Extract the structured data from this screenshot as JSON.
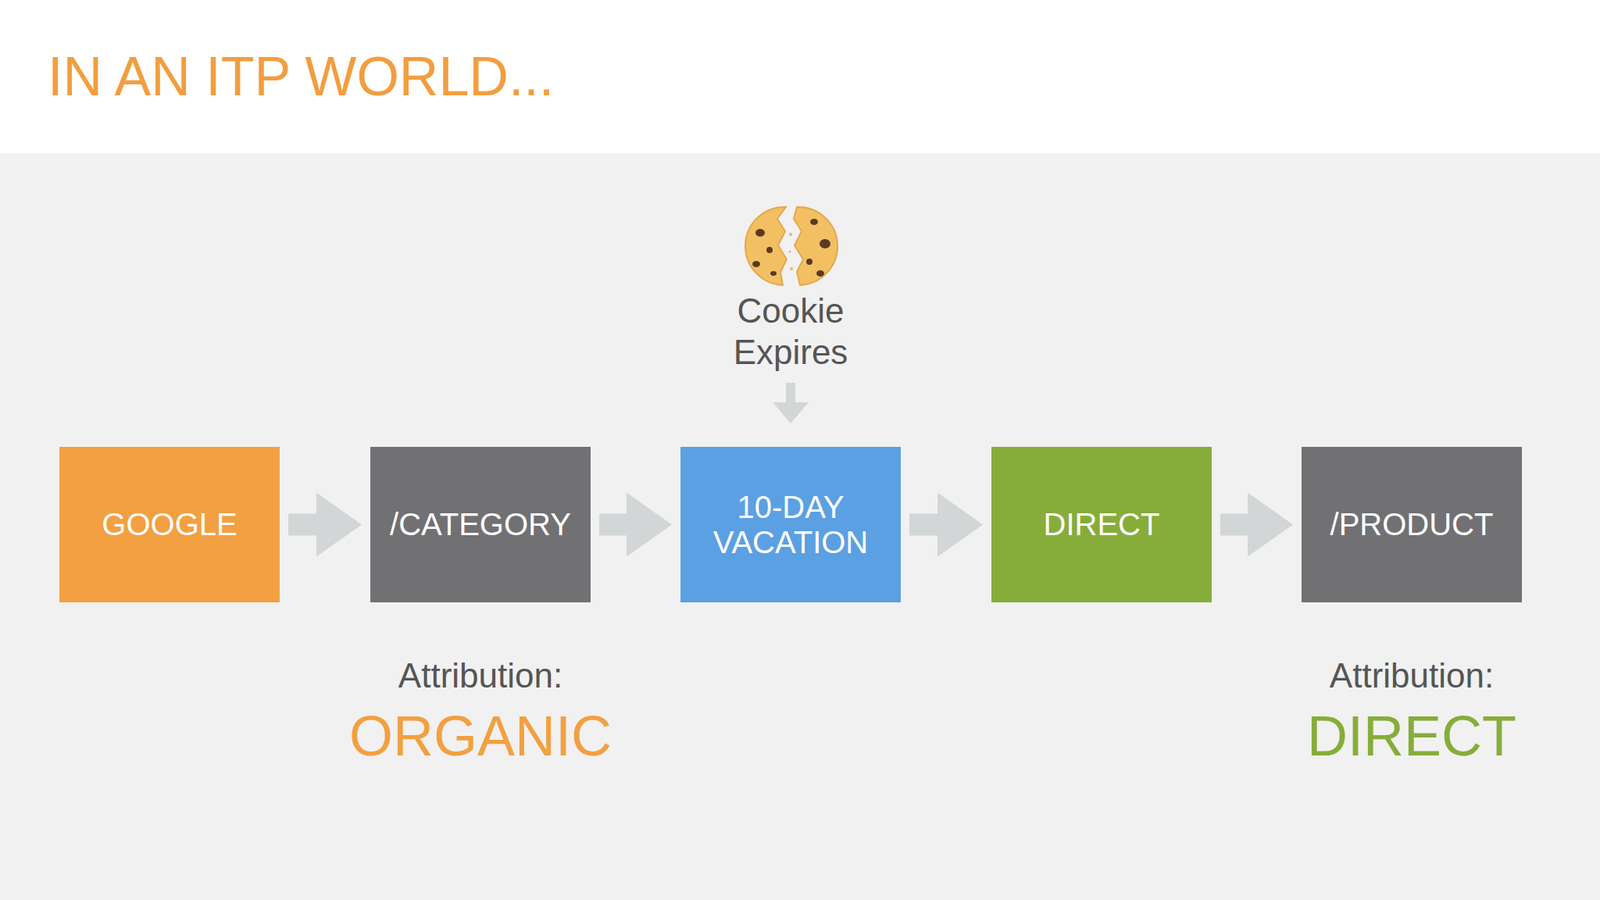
{
  "diagram": {
    "title": "IN AN ITP WORLD...",
    "nodes": [
      {
        "text": [
          "GOOGLE"
        ]
      },
      {
        "text": [
          "/CATEGORY"
        ]
      },
      {
        "text": [
          "10-DAY VACATION"
        ]
      },
      {
        "text": [
          "DIRECT"
        ]
      },
      {
        "text": [
          "/PRODUCT"
        ]
      }
    ],
    "edges": [
      {
        "from": 0,
        "to": 1,
        "arrow": "to"
      },
      {
        "from": 1,
        "to": 2,
        "arrow": "to"
      },
      {
        "from": 2,
        "to": 3,
        "arrow": "to"
      },
      {
        "from": 3,
        "to": 4,
        "arrow": "to"
      }
    ],
    "labels": [
      "Cookie Expires",
      "Attribution:",
      "ORGANIC",
      "Attribution:",
      "DIRECT"
    ]
  }
}
